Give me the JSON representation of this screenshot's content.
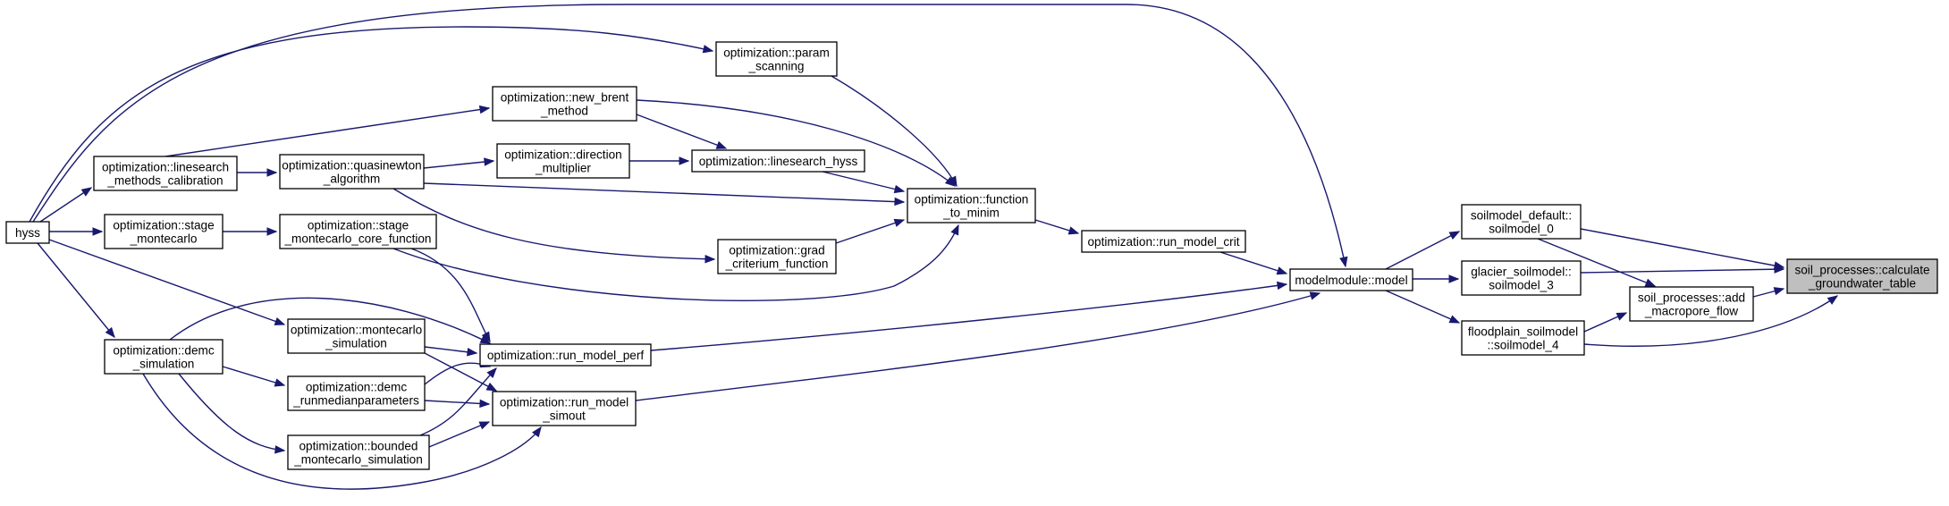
{
  "graph": {
    "title": "",
    "colors": {
      "edge": "#191970",
      "node_fill": "#ffffff",
      "root_fill": "#bfbfbf",
      "border": "#000000"
    },
    "nodes": [
      {
        "id": "hyss",
        "lines": [
          "hyss"
        ]
      },
      {
        "id": "ls_methods_calibration",
        "lines": [
          "optimization::linesearch",
          "_methods_calibration"
        ]
      },
      {
        "id": "stage_montecarlo",
        "lines": [
          "optimization::stage",
          "_montecarlo"
        ]
      },
      {
        "id": "demc_simulation",
        "lines": [
          "optimization::demc",
          "_simulation"
        ]
      },
      {
        "id": "new_brent_method",
        "lines": [
          "optimization::new_brent",
          "_method"
        ]
      },
      {
        "id": "quasinewton_algorithm",
        "lines": [
          "optimization::quasinewton",
          "_algorithm"
        ]
      },
      {
        "id": "stage_montecarlo_core",
        "lines": [
          "optimization::stage",
          "_montecarlo_core_function"
        ]
      },
      {
        "id": "montecarlo_simulation",
        "lines": [
          "optimization::montecarlo",
          "_simulation"
        ]
      },
      {
        "id": "demc_runmedianparameters",
        "lines": [
          "optimization::demc",
          "_runmedianparameters"
        ]
      },
      {
        "id": "bounded_montecarlo",
        "lines": [
          "optimization::bounded",
          "_montecarlo_simulation"
        ]
      },
      {
        "id": "direction_multiplier",
        "lines": [
          "optimization::direction",
          "_multiplier"
        ]
      },
      {
        "id": "run_model_perf",
        "lines": [
          "optimization::run_model_perf"
        ]
      },
      {
        "id": "run_model_simout",
        "lines": [
          "optimization::run_model",
          "_simout"
        ]
      },
      {
        "id": "param_scanning",
        "lines": [
          "optimization::param",
          "_scanning"
        ]
      },
      {
        "id": "linesearch_hyss",
        "lines": [
          "optimization::linesearch_hyss"
        ]
      },
      {
        "id": "grad_criterium",
        "lines": [
          "optimization::grad",
          "_criterium_function"
        ]
      },
      {
        "id": "function_to_minim",
        "lines": [
          "optimization::function",
          "_to_minim"
        ]
      },
      {
        "id": "run_model_crit",
        "lines": [
          "optimization::run_model_crit"
        ]
      },
      {
        "id": "modelmodule_model",
        "lines": [
          "modelmodule::model"
        ]
      },
      {
        "id": "soilmodel_0",
        "lines": [
          "soilmodel_default::",
          "soilmodel_0"
        ]
      },
      {
        "id": "soilmodel_3",
        "lines": [
          "glacier_soilmodel::",
          "soilmodel_3"
        ]
      },
      {
        "id": "soilmodel_4",
        "lines": [
          "floodplain_soilmodel",
          "::soilmodel_4"
        ]
      },
      {
        "id": "add_macropore_flow",
        "lines": [
          "soil_processes::add",
          "_macropore_flow"
        ]
      },
      {
        "id": "calc_groundwater_table",
        "lines": [
          "soil_processes::calculate",
          "_groundwater_table"
        ],
        "root": true
      }
    ],
    "edges": [
      {
        "from": "hyss",
        "to": "modelmodule_model"
      },
      {
        "from": "hyss",
        "to": "param_scanning"
      },
      {
        "from": "hyss",
        "to": "ls_methods_calibration"
      },
      {
        "from": "hyss",
        "to": "stage_montecarlo"
      },
      {
        "from": "hyss",
        "to": "demc_simulation"
      },
      {
        "from": "hyss",
        "to": "montecarlo_simulation"
      },
      {
        "from": "ls_methods_calibration",
        "to": "new_brent_method"
      },
      {
        "from": "ls_methods_calibration",
        "to": "quasinewton_algorithm"
      },
      {
        "from": "stage_montecarlo",
        "to": "stage_montecarlo_core"
      },
      {
        "from": "demc_simulation",
        "to": "run_model_perf"
      },
      {
        "from": "demc_simulation",
        "to": "demc_runmedianparameters"
      },
      {
        "from": "demc_simulation",
        "to": "bounded_montecarlo"
      },
      {
        "from": "demc_simulation",
        "to": "run_model_simout"
      },
      {
        "from": "quasinewton_algorithm",
        "to": "direction_multiplier"
      },
      {
        "from": "quasinewton_algorithm",
        "to": "function_to_minim"
      },
      {
        "from": "quasinewton_algorithm",
        "to": "grad_criterium"
      },
      {
        "from": "direction_multiplier",
        "to": "linesearch_hyss"
      },
      {
        "from": "new_brent_method",
        "to": "linesearch_hyss"
      },
      {
        "from": "new_brent_method",
        "to": "function_to_minim"
      },
      {
        "from": "stage_montecarlo_core",
        "to": "function_to_minim"
      },
      {
        "from": "stage_montecarlo_core",
        "to": "run_model_perf"
      },
      {
        "from": "montecarlo_simulation",
        "to": "run_model_perf"
      },
      {
        "from": "montecarlo_simulation",
        "to": "run_model_simout"
      },
      {
        "from": "demc_runmedianparameters",
        "to": "run_model_perf"
      },
      {
        "from": "demc_runmedianparameters",
        "to": "run_model_simout"
      },
      {
        "from": "bounded_montecarlo",
        "to": "run_model_perf"
      },
      {
        "from": "bounded_montecarlo",
        "to": "run_model_simout"
      },
      {
        "from": "param_scanning",
        "to": "function_to_minim"
      },
      {
        "from": "linesearch_hyss",
        "to": "function_to_minim"
      },
      {
        "from": "grad_criterium",
        "to": "function_to_minim"
      },
      {
        "from": "function_to_minim",
        "to": "run_model_crit"
      },
      {
        "from": "run_model_crit",
        "to": "modelmodule_model"
      },
      {
        "from": "run_model_perf",
        "to": "modelmodule_model"
      },
      {
        "from": "run_model_simout",
        "to": "modelmodule_model"
      },
      {
        "from": "modelmodule_model",
        "to": "soilmodel_0"
      },
      {
        "from": "modelmodule_model",
        "to": "soilmodel_3"
      },
      {
        "from": "modelmodule_model",
        "to": "soilmodel_4"
      },
      {
        "from": "soilmodel_0",
        "to": "add_macropore_flow"
      },
      {
        "from": "soilmodel_0",
        "to": "calc_groundwater_table"
      },
      {
        "from": "soilmodel_3",
        "to": "calc_groundwater_table"
      },
      {
        "from": "soilmodel_4",
        "to": "add_macropore_flow"
      },
      {
        "from": "soilmodel_4",
        "to": "calc_groundwater_table"
      },
      {
        "from": "add_macropore_flow",
        "to": "calc_groundwater_table"
      }
    ]
  }
}
